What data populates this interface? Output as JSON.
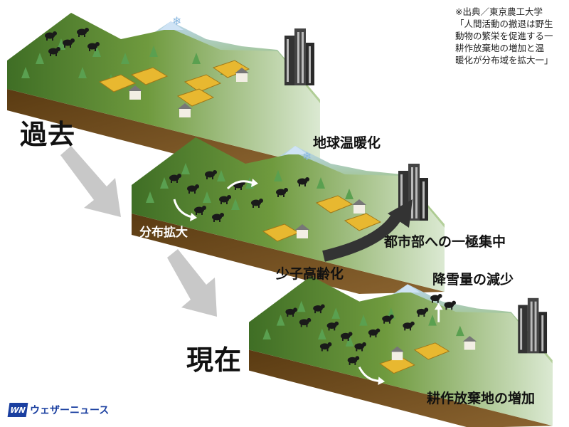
{
  "source_note": {
    "lines": [
      "※出典／東京農工大学",
      "「人間活動の撤退は野生",
      "動物の繁栄を促進する一",
      "耕作放棄地の増加と温",
      "暖化が分布域を拡大一」"
    ]
  },
  "eras": {
    "past": "過去",
    "present": "現在"
  },
  "captions": {
    "range_expansion": "分布拡大",
    "global_warming": "地球温暖化",
    "urban_concentration": "都市部への一極集中",
    "aging_low_birthrate": "少子高齢化",
    "less_snowfall": "降雪量の減少",
    "abandoned_farmland": "耕作放棄地の増加"
  },
  "logo": {
    "mark": "WN",
    "text": "ウェザーニュース"
  },
  "colors": {
    "forest": "#4f7f2e",
    "pale": "#cfe3c0",
    "soil": "#6b4a1c",
    "field": "#e8b830",
    "arrow": "#c8c8c8",
    "animal": "#1a1a1a",
    "brand": "#1a3fa0"
  }
}
